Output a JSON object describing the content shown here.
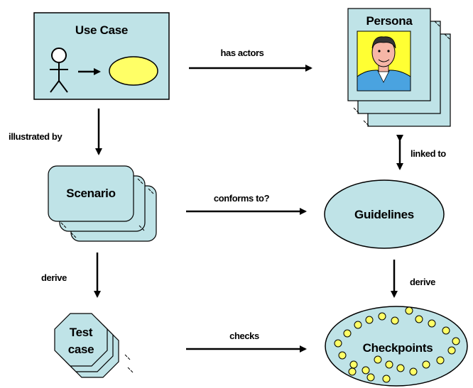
{
  "nodes": {
    "use_case": "Use Case",
    "persona": "Persona",
    "scenario": "Scenario",
    "guidelines": "Guidelines",
    "test_case_line1": "Test",
    "test_case_line2": "case",
    "checkpoints": "Checkpoints"
  },
  "edges": {
    "has_actors": "has actors",
    "illustrated_by": "illustrated by",
    "linked_to": "linked to",
    "conforms_to": "conforms to?",
    "derive_left": "derive",
    "derive_right": "derive",
    "checks": "checks"
  },
  "colors": {
    "shape_fill": "#bfe3e7",
    "stroke": "#000000",
    "ellipse_yellow": "#ffff66",
    "persona_bg": "#ffff33",
    "persona_shirt": "#4aa3e0",
    "persona_skin": "#f6b6a6"
  }
}
